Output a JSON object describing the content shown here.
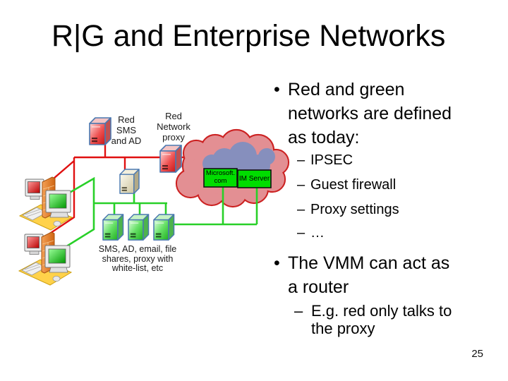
{
  "slide": {
    "title": "R|G and Enterprise Networks",
    "page_number": "25"
  },
  "diagram": {
    "red_sms_label": "Red\nSMS\nand AD",
    "red_proxy_label": "Red\nNetwork\nproxy",
    "microsoft_box_label": "Microsoft.\ncom",
    "im_server_box_label": "IM Server",
    "green_servers_label": "SMS, AD, email, file\nshares, proxy with\nwhite-list, etc",
    "colors": {
      "red_link": "#e01010",
      "green_link": "#28d028",
      "node_box_green": "#00dd00",
      "cloud_pink": "#e38f93",
      "cloud_blue": "#7d90c2",
      "mat_yellow": "#ffd24a",
      "firewall_orange": "#e8823a"
    }
  },
  "content": {
    "bullet1": {
      "marker": "•",
      "text": "Red and green\nnetworks are defined\nas today:"
    },
    "sub_bullets1": [
      {
        "marker": "–",
        "text": "IPSEC"
      },
      {
        "marker": "–",
        "text": "Guest firewall"
      },
      {
        "marker": "–",
        "text": "Proxy settings"
      },
      {
        "marker": "–",
        "text": "…"
      }
    ],
    "bullet2": {
      "marker": "•",
      "text": "The VMM can act as\na router"
    },
    "sub_bullet2": {
      "marker": "–",
      "text": "E.g. red only talks to\nthe proxy"
    }
  }
}
